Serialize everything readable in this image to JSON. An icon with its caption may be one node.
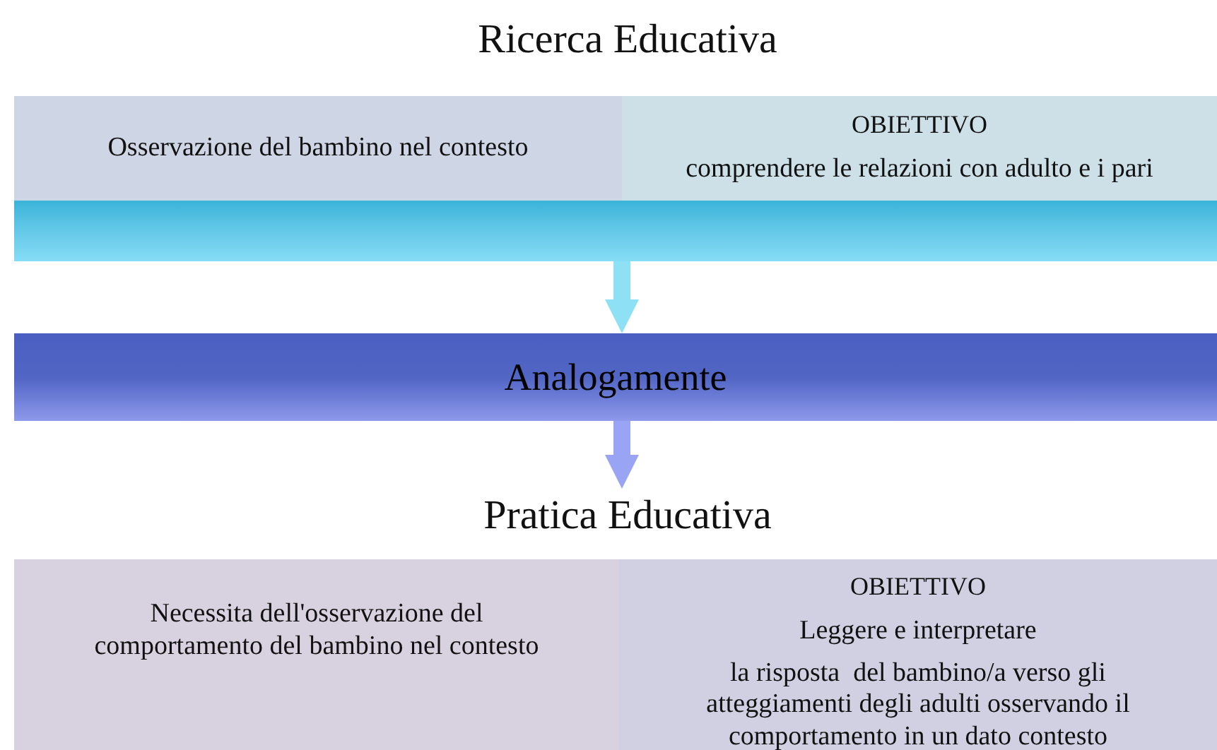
{
  "diagram": {
    "title": "Ricerca Educativa",
    "nodes": [
      {
        "text": [
          "Osservazione del bambino nel contesto"
        ]
      },
      {
        "text": [
          "OBIETTIVO",
          "comprendere le relazioni con adulto e i pari"
        ]
      },
      {
        "text": [],
        "shape": "bar"
      },
      {
        "text": [
          "Analogamente"
        ]
      },
      {
        "text": [
          "Pratica Educativa"
        ]
      },
      {
        "text": [
          "Necessita dell'osservazione del comportamento del bambino nel contesto"
        ]
      },
      {
        "text": [
          "OBIETTIVO",
          "Leggere e interpretare",
          "la risposta  del bambino/a verso gli atteggiamenti degli adulti osservando il comportamento in un dato contesto"
        ]
      }
    ],
    "edges": [
      {
        "from": 2,
        "to": 3,
        "arrow": "to",
        "color": "#8ee0f5"
      },
      {
        "from": 3,
        "to": 4,
        "arrow": "to",
        "color": "#9aa4f5"
      }
    ]
  }
}
